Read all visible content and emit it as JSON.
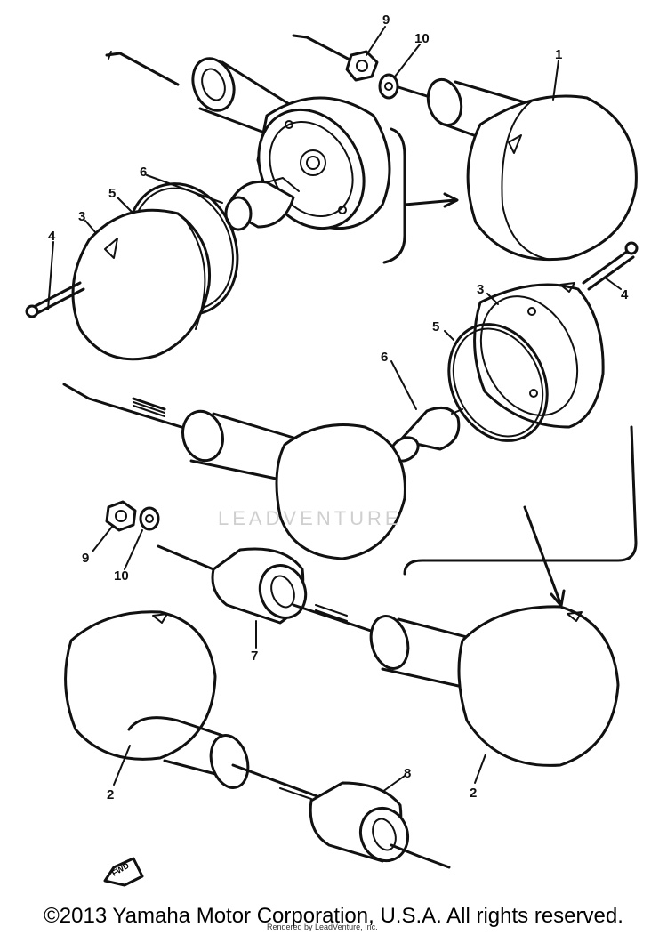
{
  "diagram": {
    "callouts": {
      "c1": "1",
      "c2a": "2",
      "c2b": "2",
      "c3a": "3",
      "c3b": "3",
      "c4a": "4",
      "c4b": "4",
      "c5a": "5",
      "c5b": "5",
      "c6a": "6",
      "c6b": "6",
      "c7": "7",
      "c8": "8",
      "c9a": "9",
      "c9b": "9",
      "c10a": "10",
      "c10b": "10"
    },
    "fwd_label": "FWD",
    "watermark": "LEADVENTURE",
    "rendered_note": "Rendered by LeadVenture, Inc.",
    "copyright": "©2013 Yamaha Motor Corporation, U.S.A. All rights reserved."
  }
}
